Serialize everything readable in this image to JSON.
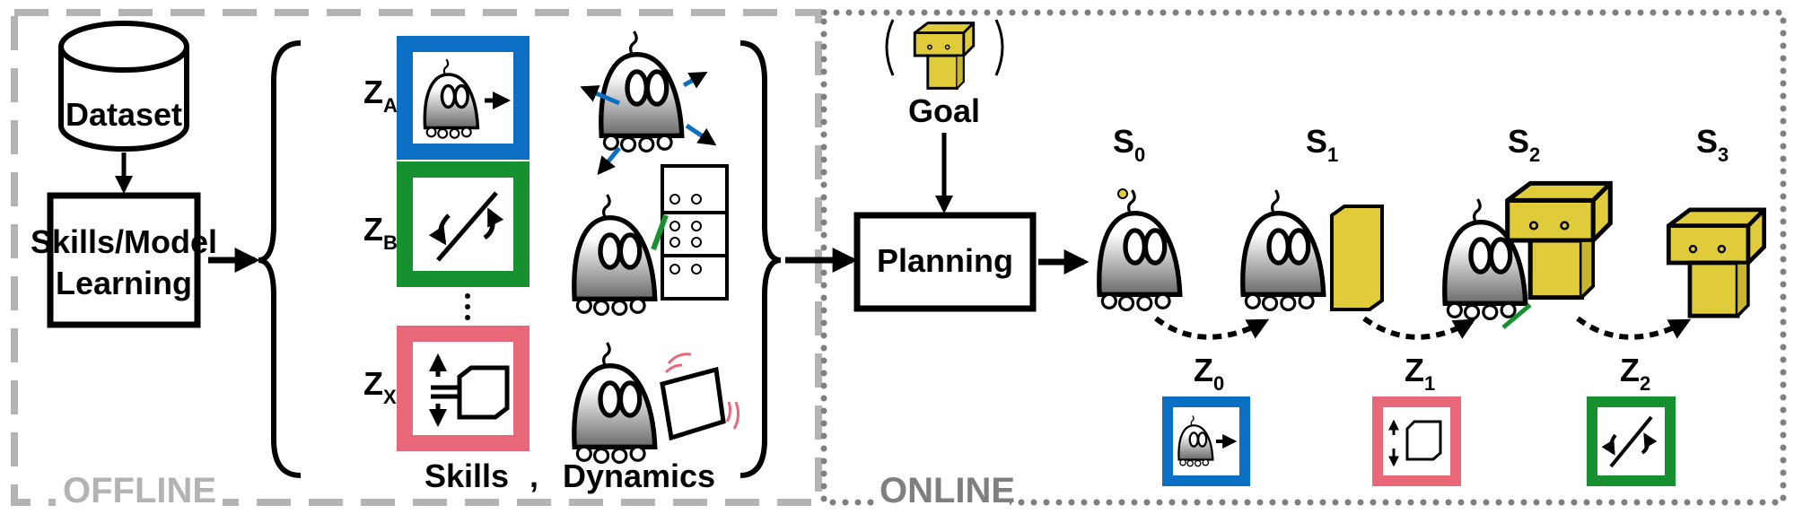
{
  "offline": {
    "label": "OFFLINE",
    "dataset": "Dataset",
    "learning_line1": "Skills/Model",
    "learning_line2": "Learning",
    "skills_label": "Skills",
    "comma": ",",
    "dynamics_label": "Dynamics",
    "skills": [
      {
        "symbol": "Z",
        "sub": "A",
        "color": "#0b6fc4",
        "icon": "robot-move-icon"
      },
      {
        "symbol": "Z",
        "sub": "B",
        "color": "#17902f",
        "icon": "screwdriver-icon"
      },
      {
        "symbol": "Z",
        "sub": "X",
        "color": "#e8687a",
        "icon": "push-box-icon"
      }
    ]
  },
  "online": {
    "label": "ONLINE",
    "goal": "Goal",
    "planning": "Planning",
    "states": [
      {
        "symbol": "S",
        "sub": "0"
      },
      {
        "symbol": "S",
        "sub": "1"
      },
      {
        "symbol": "S",
        "sub": "2"
      },
      {
        "symbol": "S",
        "sub": "3"
      }
    ],
    "latents": [
      {
        "symbol": "Z",
        "sub": "0",
        "color": "#0b6fc4"
      },
      {
        "symbol": "Z",
        "sub": "1",
        "color": "#e8687a"
      },
      {
        "symbol": "Z",
        "sub": "2",
        "color": "#17902f"
      }
    ]
  },
  "colors": {
    "block_yellow": "#e0cc3a",
    "border_gray": "#b3b3b3",
    "dot_gray": "#7f7f7f"
  }
}
